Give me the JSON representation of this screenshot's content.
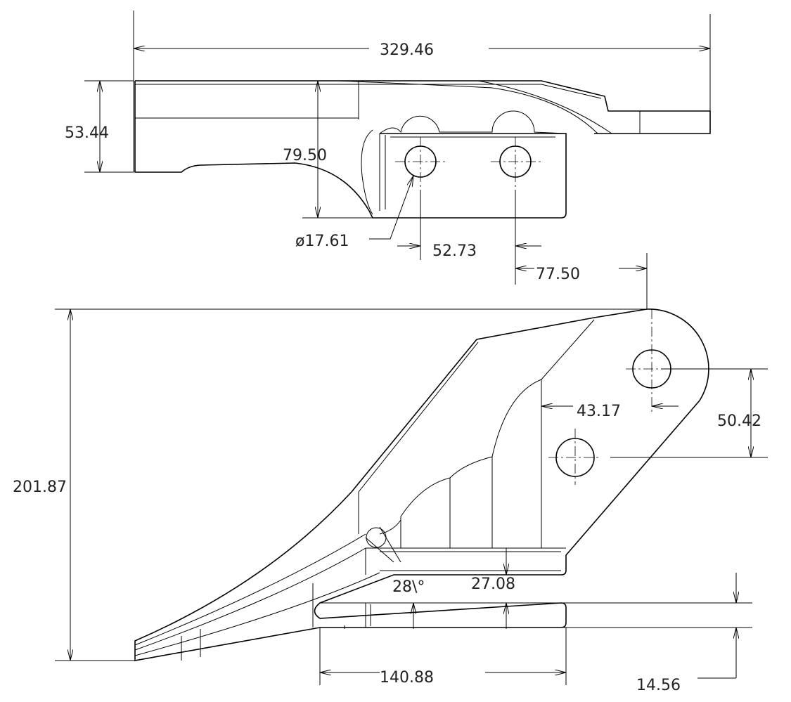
{
  "drawing": {
    "top_view": {
      "overall_length": "329.46",
      "height": "53.44",
      "depth": "79.50",
      "hole_diameter": "ø17.61",
      "hole_spacing": "52.73",
      "hole_offset": "77.50"
    },
    "side_view": {
      "overall_height": "201.87",
      "hole_horizontal_spacing": "43.17",
      "hole_vertical_spacing": "50.42",
      "slot_gap": "27.08",
      "angle": "28\\°",
      "base_length": "140.88",
      "base_thickness": "14.56"
    }
  }
}
